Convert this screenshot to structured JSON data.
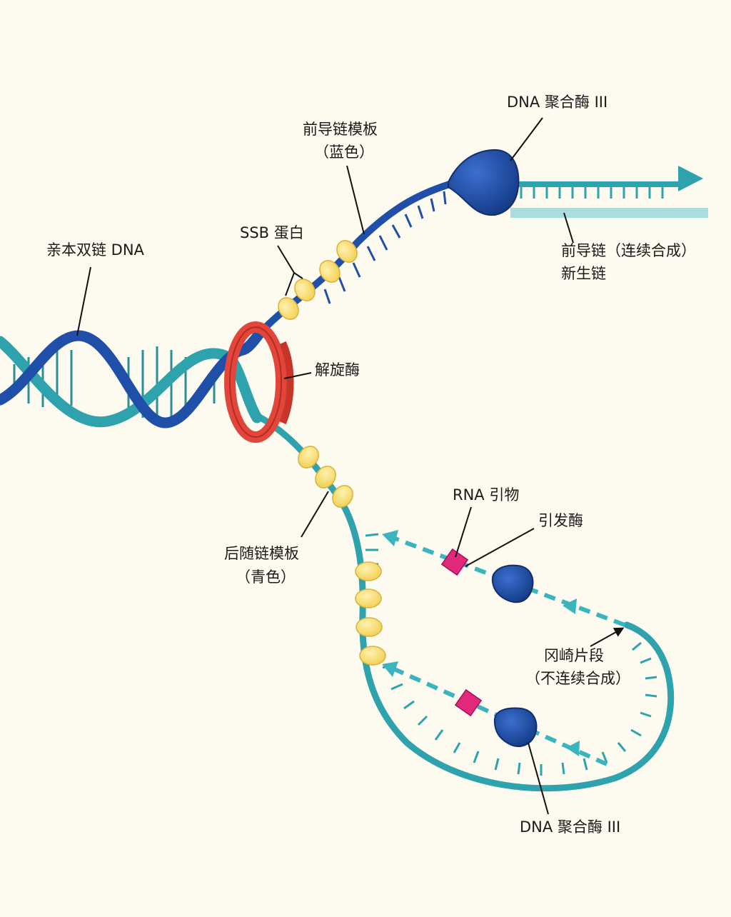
{
  "colors": {
    "background": "#fdfaf0",
    "leading_template_blue": "#1f4fa8",
    "lagging_template_teal": "#2fa3ad",
    "new_strand_light": "#a9dde0",
    "helicase_red": "#e2463a",
    "ssb_yellow": "#f7dc6f",
    "primer_pink": "#e2287a",
    "polymerase_blue": "#1d4aa0"
  },
  "labels": {
    "parent_dna": "亲本双链 DNA",
    "ssb": "SSB 蛋白",
    "leading_template_1": "前导链模板",
    "leading_template_2": "（蓝色）",
    "pol3_top": "DNA 聚合酶 III",
    "leading_new_1": "前导链（连续合成）",
    "leading_new_2": "新生链",
    "helicase": "解旋酶",
    "lagging_template_1": "后随链模板",
    "lagging_template_2": "（青色）",
    "rna_primer": "RNA 引物",
    "primase": "引发酶",
    "okazaki_1": "冈崎片段",
    "okazaki_2": "（不连续合成）",
    "pol3_bottom": "DNA 聚合酶 III"
  }
}
